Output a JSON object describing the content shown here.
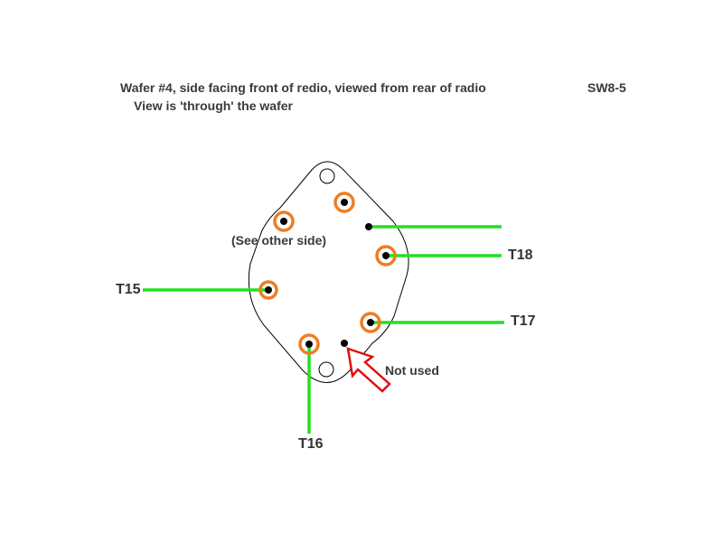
{
  "header": {
    "title_line1": "Wafer #4, side facing front of redio, viewed from rear of radio",
    "title_line2": "View is 'through' the wafer",
    "reference": "SW8-5"
  },
  "wafer": {
    "note": "(See other side)"
  },
  "terminals": {
    "t15": "T15",
    "t16": "T16",
    "t17": "T17",
    "t18": "T18"
  },
  "annotation": {
    "not_used": "Not used"
  },
  "colors": {
    "wire": "#22e022",
    "contact_ring": "#ef7d22",
    "arrow": "#e01010",
    "outline": "#000000"
  }
}
